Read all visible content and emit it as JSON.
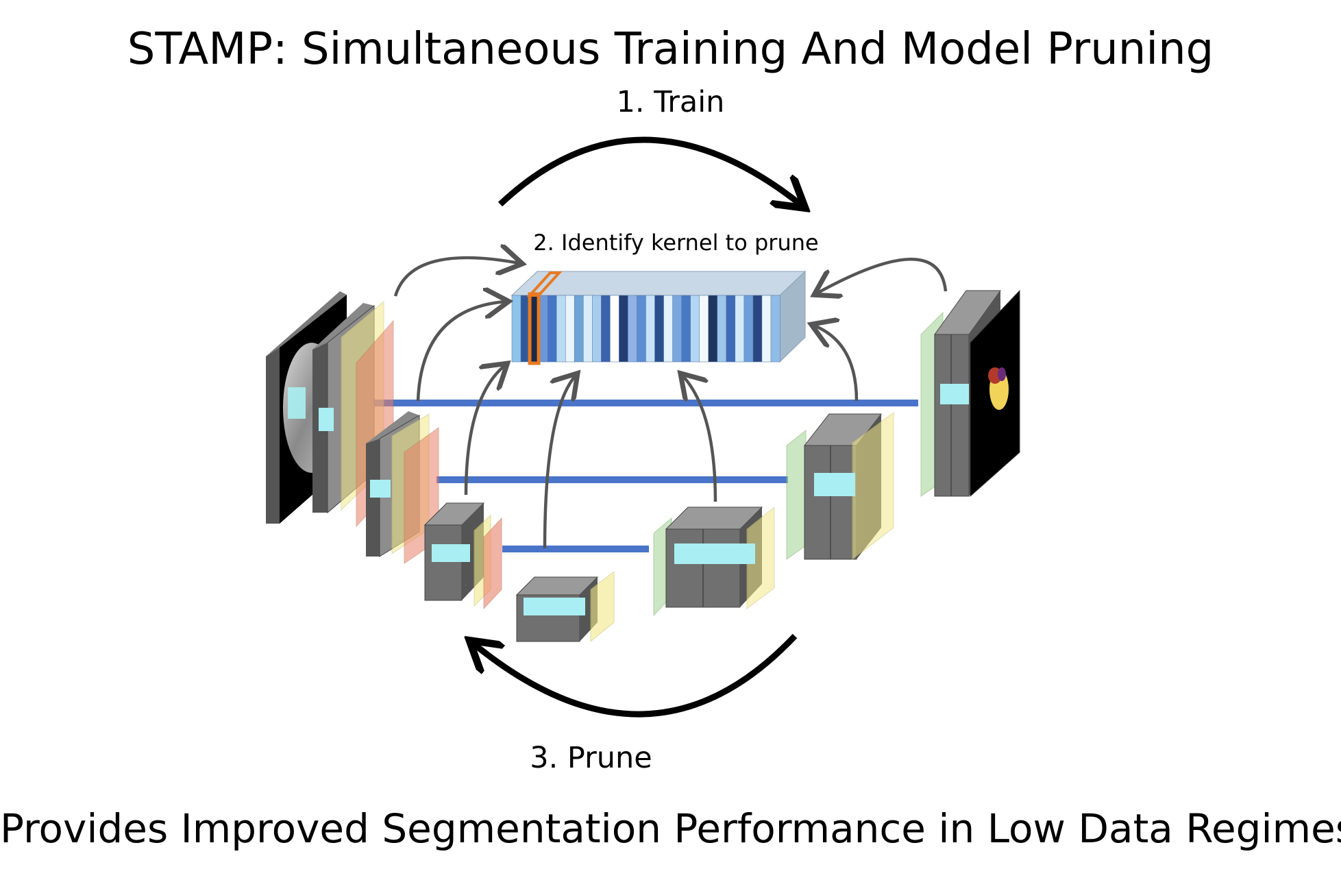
{
  "title": "STAMP: Simultaneous Training And Model Pruning",
  "steps": {
    "train": "1. Train",
    "identify": "2. Identify kernel to prune",
    "prune": "3. Prune"
  },
  "footer": "Provides Improved Segmentation Performance in Low Data Regimes",
  "kernel_colors": [
    "#8ec3ec",
    "#2e5a9c",
    "#1c2a48",
    "#6d97d8",
    "#4575c4",
    "#b9dcf5",
    "#e9f4fb",
    "#6da4d8",
    "#d9edf9",
    "#a8cced",
    "#3a62ad",
    "#ffffff",
    "#233e73",
    "#8fb3e4",
    "#5f8dd2",
    "#c8e3f7",
    "#2b4f8e",
    "#e4f1fa",
    "#7aa6df",
    "#4a79c4",
    "#b3d6f2",
    "#f2f8fc",
    "#1f375f",
    "#9dc6ea",
    "#3e6ab6",
    "#d3eaf8",
    "#6c9ed9",
    "#2a4680",
    "#edf6fc",
    "#90bde8"
  ],
  "highlight_kernel_index": 2
}
